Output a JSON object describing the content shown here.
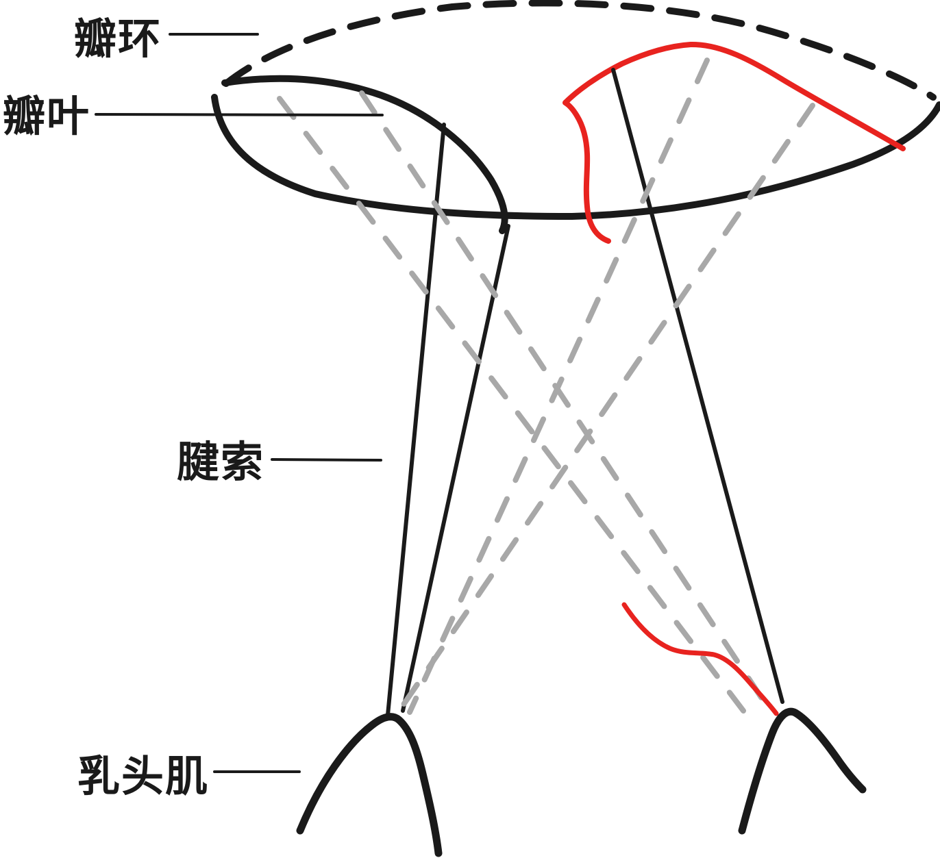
{
  "figure": {
    "type": "mitral-valve-anatomy-diagram",
    "labels": {
      "annulus": "瓣环",
      "leaflet": "瓣叶",
      "chordae": "腱索",
      "papillary_muscle": "乳头肌"
    },
    "colors": {
      "line_black": "#1a1a1a",
      "abnormal_red": "#e8231f",
      "chordae_gray": "#a8a8a8",
      "background": "#ffffff"
    }
  }
}
